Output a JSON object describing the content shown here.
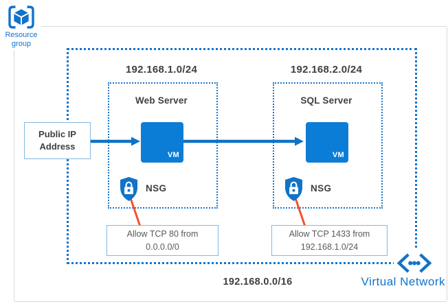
{
  "resource_group": {
    "label": "Resource group",
    "icon": "cube-in-brackets-icon"
  },
  "vnet": {
    "cidr": "192.168.0.0/16",
    "label": "Virtual Network",
    "icon": "chevrons-dots-network-icon"
  },
  "public_ip": {
    "label": "Public IP Address"
  },
  "subnets": [
    {
      "cidr": "192.168.1.0/24",
      "server": "Web Server",
      "vm_label": "VM",
      "nsg_label": "NSG",
      "nsg_icon": "shield-lock-icon",
      "rule_line1": "Allow TCP 80 from",
      "rule_line2": "0.0.0.0/0"
    },
    {
      "cidr": "192.168.2.0/24",
      "server": "SQL Server",
      "vm_label": "VM",
      "nsg_label": "NSG",
      "nsg_icon": "shield-lock-icon",
      "rule_line1": "Allow TCP 1433 from",
      "rule_line2": "192.168.1.0/24"
    }
  ],
  "colors": {
    "azure_blue": "#1173c9",
    "vm_blue": "#0b7dd7",
    "callout_border_blue": "#84b8e0",
    "connector_orange": "#f4512c",
    "text_dark": "#3f3f3f",
    "text_gray": "#595959",
    "rg_border_gray": "#d9d9d9"
  }
}
